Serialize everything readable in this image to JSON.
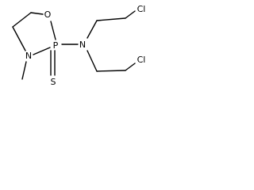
{
  "molecule": {
    "atoms": {
      "O": "O",
      "P": "P",
      "N_ring": "N",
      "N_amine": "N",
      "S": "S",
      "Cl_top": "Cl",
      "Cl_bottom": "Cl"
    }
  }
}
